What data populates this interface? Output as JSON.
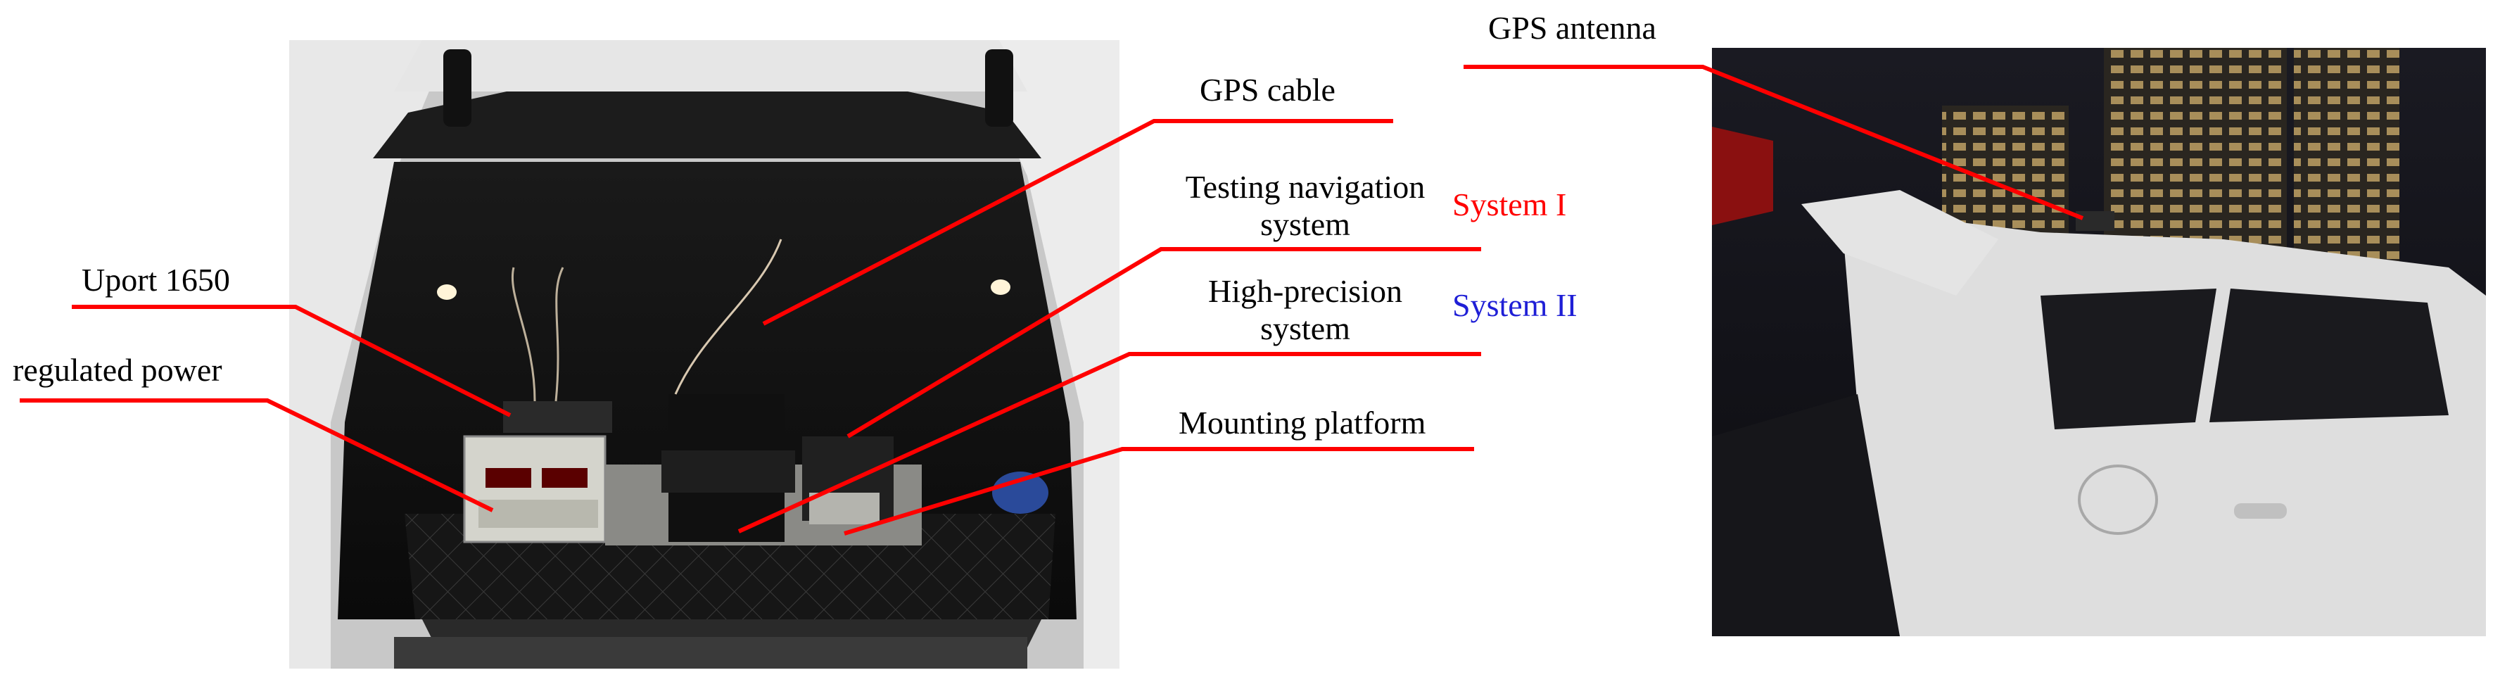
{
  "labels": {
    "uport": "Uport 1650",
    "regulated_power": "regulated power",
    "gps_cable": "GPS cable",
    "testing_nav_line1": "Testing navigation",
    "testing_nav_line2": "system",
    "high_precision_line1": "High-precision",
    "high_precision_line2": "system",
    "mounting_platform": "Mounting platform",
    "system_one": "System I",
    "system_two": "System II",
    "gps_antenna": "GPS antenna"
  },
  "colors": {
    "leader_line": "#ff0000",
    "system_one": "#ff0000",
    "system_two": "#1f1fd6"
  }
}
